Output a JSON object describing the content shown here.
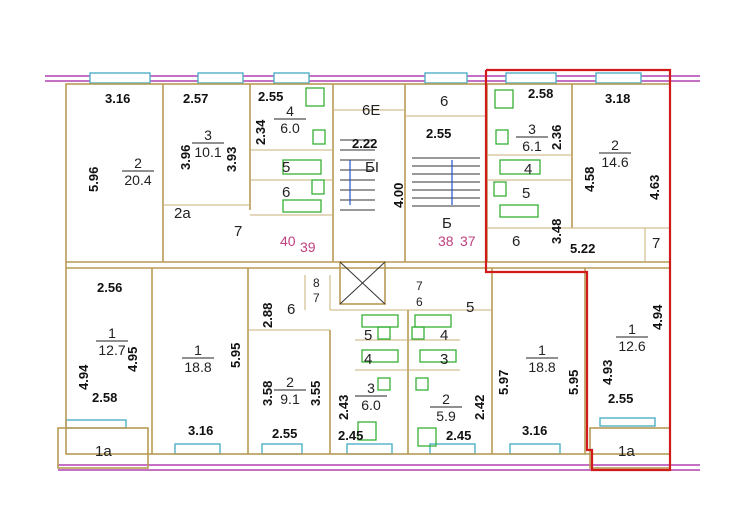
{
  "top_labels": [
    {
      "id": "r1",
      "text": "3.16"
    },
    {
      "id": "r2",
      "text": "2.57"
    },
    {
      "id": "r3",
      "text": "2.55"
    },
    {
      "id": "r4",
      "text": "6Е"
    },
    {
      "id": "r5",
      "text": "6"
    },
    {
      "id": "r6",
      "text": "2.58"
    },
    {
      "id": "r7",
      "text": "3.18"
    }
  ],
  "labels": {
    "l_596": "5.96",
    "l_2a": "2a",
    "l_7a": "7",
    "l_396": "3.96",
    "l_393": "3.93",
    "l_234": "2.34",
    "l_5a": "5",
    "l_6a": "6",
    "l_222": "2.22",
    "l_61b": "БІ",
    "l_400": "4.00",
    "l_255b": "2.55",
    "l_B": "Б",
    "l_236": "2.36",
    "l_458": "4.58",
    "l_463": "4.63",
    "l_4b": "4",
    "l_5b": "5",
    "l_6b": "6",
    "l_348": "3.48",
    "l_522": "5.22",
    "l_7b": "7",
    "l_256": "2.56",
    "l_494a": "4.94",
    "l_495": "4.95",
    "l_258b": "2.58",
    "l_1a_left": "1a",
    "l_316b": "3.16",
    "l_595a": "5.95",
    "l_288": "2.88",
    "l_6c": "6",
    "l_8": "8",
    "l_7c": "7",
    "l_358": "3.58",
    "l_355": "3.55",
    "l_255c": "2.55",
    "l_5c": "5",
    "l_4c": "4",
    "l_243": "2.43",
    "l_245a": "2.45",
    "l_7d": "7",
    "l_6d": "6",
    "l_5d": "5",
    "l_4d": "4",
    "l_3d": "3",
    "l_242": "2.42",
    "l_245b": "2.45",
    "l_597": "5.97",
    "l_595b": "5.95",
    "l_316c": "3.16",
    "l_494b": "4.94",
    "l_493": "4.93",
    "l_255d": "2.55",
    "l_1a_right": "1a"
  },
  "fractions": [
    {
      "id": "f1",
      "num": "2",
      "den": "20.4"
    },
    {
      "id": "f2",
      "num": "3",
      "den": "10.1"
    },
    {
      "id": "f3",
      "num": "4",
      "den": "6.0"
    },
    {
      "id": "f4",
      "num": "3",
      "den": "6.1"
    },
    {
      "id": "f5",
      "num": "2",
      "den": "14.6"
    },
    {
      "id": "f6",
      "num": "1",
      "den": "12.7"
    },
    {
      "id": "f7",
      "num": "1",
      "den": "18.8"
    },
    {
      "id": "f8",
      "num": "2",
      "den": "9.1"
    },
    {
      "id": "f9",
      "num": "3",
      "den": "6.0"
    },
    {
      "id": "f10",
      "num": "2",
      "den": "5.9"
    },
    {
      "id": "f11",
      "num": "1",
      "den": "18.8"
    },
    {
      "id": "f12",
      "num": "1",
      "den": "12.6"
    }
  ],
  "apartment_marks": {
    "m40": "40",
    "m39": "39",
    "m38": "38",
    "m37": "37"
  },
  "colors": {
    "walls": "#b89a55",
    "outline": "#b040b0",
    "windows": "#4fb0c8",
    "fixtures": "#35b035",
    "selection": "#d11a1a",
    "apartment_numbers": "#c04080"
  }
}
